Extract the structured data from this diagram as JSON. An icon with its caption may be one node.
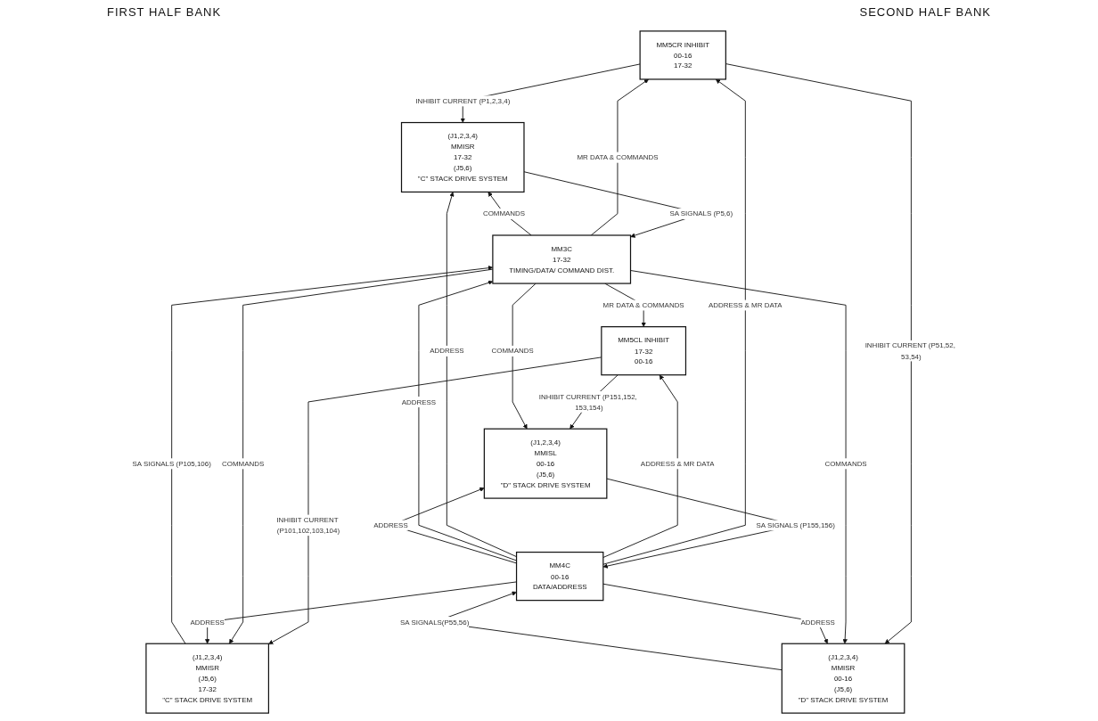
{
  "diagram": {
    "nodes": [
      {
        "text": [
          "MM5CR INHIBIT",
          "00-16",
          "17-32"
        ]
      },
      {
        "text": [
          "MM5CL INHIBIT",
          "17-32",
          "00-16"
        ]
      },
      {
        "text": [
          "(J1,2,3,4)",
          "MMISR",
          "17-32",
          "(J5,6)",
          "\"C\" STACK DRIVE SYSTEM"
        ]
      },
      {
        "text": [
          "MM3C",
          "17-32",
          "TIMING/DATA/ COMMAND DIST."
        ]
      },
      {
        "text": [
          "(J1,2,3,4)",
          "MMISR",
          "(J5,6)",
          "17-32",
          "\"C\" STACK DRIVE SYSTEM"
        ]
      },
      {
        "text": [
          "(J1,2,3,4)",
          "MMISR",
          "00-16",
          "(J5,6)",
          "\"D\" STACK DRIVE SYSTEM"
        ]
      },
      {
        "text": [
          "MM4C",
          "00-16",
          "DATA/ADDRESS"
        ]
      },
      {
        "text": [
          "(J1,2,3,4)",
          "MMISL",
          "00-16",
          "(J5,6)",
          "\"D\" STACK DRIVE SYSTEM"
        ]
      }
    ],
    "edges": [
      {
        "from": 3,
        "to": 0,
        "arrow": "to",
        "label": "MR DATA & COMMANDS"
      },
      {
        "from": 6,
        "to": 0,
        "arrow": "to",
        "label": "ADDRESS & MR DATA"
      },
      {
        "from": 3,
        "to": 1,
        "arrow": "to",
        "label": "MR DATA & COMMANDS"
      },
      {
        "from": 6,
        "to": 1,
        "arrow": "to",
        "label": "ADDRESS & MR DATA"
      },
      {
        "from": 0,
        "to": 2,
        "arrow": "to",
        "label": "INHIBIT CURRENT (P1,2,3,4)"
      },
      {
        "from": 0,
        "to": 5,
        "arrow": "to",
        "label": "INHIBIT CURRENT (P51,52, 53,54)"
      },
      {
        "from": 1,
        "to": 4,
        "arrow": "to",
        "label": "INHIBIT CURRENT (P101,102,103,104)"
      },
      {
        "from": 1,
        "to": 7,
        "arrow": "to",
        "label": "INHIBIT CURRENT (P151,152, 153,154)"
      },
      {
        "from": 3,
        "to": 2,
        "arrow": "to",
        "label": "COMMANDS"
      },
      {
        "from": 2,
        "to": 3,
        "arrow": "to",
        "label": "SA SIGNALS (P5,6)"
      },
      {
        "from": 6,
        "to": 2,
        "arrow": "to",
        "label": "ADDRESS"
      },
      {
        "from": 3,
        "to": 5,
        "arrow": "to",
        "label": "COMMANDS"
      },
      {
        "from": 6,
        "to": 3,
        "arrow": "to",
        "label": "ADDRESS"
      },
      {
        "from": 5,
        "to": 6,
        "arrow": "to",
        "label": "SA SIGNALS(P55,56)"
      },
      {
        "from": 6,
        "to": 5,
        "arrow": "to",
        "label": "ADDRESS"
      },
      {
        "from": 3,
        "to": 4,
        "arrow": "to",
        "label": "COMMANDS"
      },
      {
        "from": 4,
        "to": 3,
        "arrow": "to",
        "label": "SA SIGNALS (P105,106)"
      },
      {
        "from": 6,
        "to": 4,
        "arrow": "to",
        "label": "ADDRESS"
      },
      {
        "from": 3,
        "to": 7,
        "arrow": "to",
        "label": "COMMANDS"
      },
      {
        "from": 7,
        "to": 6,
        "arrow": "to",
        "label": "SA SIGNALS (P155,156)"
      },
      {
        "from": 6,
        "to": 7,
        "arrow": "to",
        "label": "ADDRESS"
      }
    ],
    "labels": [
      "FIRST HALF BANK",
      "SECOND HALF BANK"
    ]
  }
}
